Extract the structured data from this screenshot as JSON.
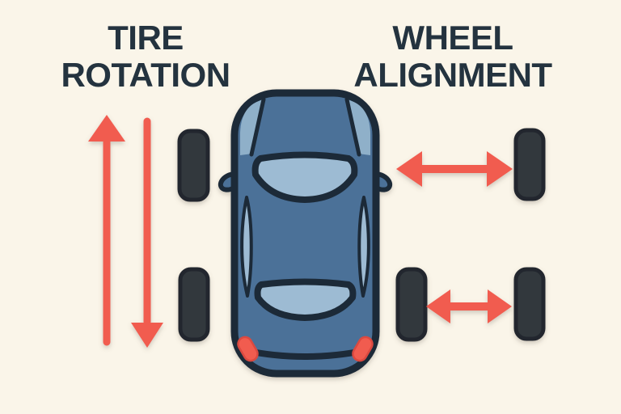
{
  "titles": {
    "tire_rotation": {
      "line1": "TIRE",
      "line2": "ROTATION"
    },
    "wheel_alignment": {
      "line1": "WHEEL",
      "line2": "ALIGNMENT"
    }
  },
  "scene": {
    "label": "Top view of a car illustrating tire rotation (vertical arrows) and wheel alignment (horizontal double arrows)",
    "car": "top-view-car",
    "tires": [
      "front-left",
      "rear-left",
      "front-right",
      "rear-right-inner",
      "rear-right-outer"
    ],
    "rotation_arrows": [
      "up-arrow",
      "down-arrow"
    ],
    "alignment_arrows": [
      "front-axle-double-arrow",
      "rear-axle-double-arrow"
    ]
  },
  "colors": {
    "background": "#FAF5E9",
    "title_text": "#24333F",
    "arrow_red": "#F15B50",
    "tire_fill": "#31373D",
    "tire_outline": "#23282E",
    "car_body_blue": "#4C7198",
    "car_panel_light_blue": "#8FB0C9",
    "car_glass_blue": "#9DBBD3",
    "car_outline_navy": "#1D2B39",
    "taillight_red": "#F15B50"
  }
}
